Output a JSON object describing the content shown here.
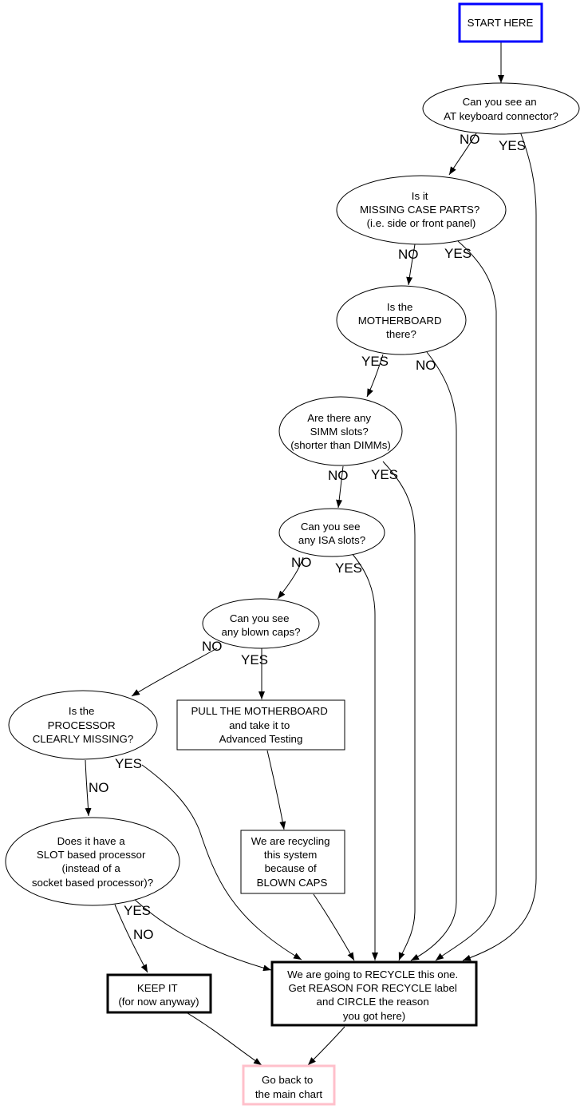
{
  "nodes": {
    "start": {
      "lines": [
        "START HERE"
      ],
      "color": "#0000ff"
    },
    "at_keyboard": {
      "lines": [
        "Can you see an",
        "AT keyboard connector?"
      ]
    },
    "missing_case": {
      "lines": [
        "Is it",
        "MISSING CASE PARTS?",
        "(i.e. side or front panel)"
      ]
    },
    "motherboard": {
      "lines": [
        "Is the",
        "MOTHERBOARD",
        "there?"
      ]
    },
    "simm": {
      "lines": [
        "Are there any",
        "SIMM slots?",
        "(shorter than DIMMs)"
      ]
    },
    "isa": {
      "lines": [
        "Can you see",
        "any ISA slots?"
      ]
    },
    "blown_caps": {
      "lines": [
        "Can you see",
        "any blown caps?"
      ]
    },
    "processor_missing": {
      "lines": [
        "Is the",
        "PROCESSOR",
        "CLEARLY MISSING?"
      ]
    },
    "pull_motherboard": {
      "lines": [
        "PULL THE MOTHERBOARD",
        "and take it to",
        "Advanced Testing"
      ]
    },
    "slot_processor": {
      "lines": [
        "Does it have a",
        "SLOT based processor",
        "(instead of a",
        "socket based processor)?"
      ]
    },
    "recycling_caps": {
      "lines": [
        "We are recycling",
        "this system",
        "because of",
        "BLOWN CAPS"
      ]
    },
    "keep_it": {
      "lines": [
        "KEEP IT",
        "(for now anyway)"
      ]
    },
    "recycle": {
      "lines": [
        "We are going to RECYCLE this one.",
        "Get REASON FOR RECYCLE label",
        "and CIRCLE the reason",
        "you got here)"
      ]
    },
    "go_back": {
      "lines": [
        "Go back to",
        "the main chart"
      ],
      "color": "#ffc0cb"
    }
  },
  "edge_labels": {
    "at_no": "NO",
    "at_yes": "YES",
    "case_no": "NO",
    "case_yes": "YES",
    "mb_yes": "YES",
    "mb_no": "NO",
    "simm_no": "NO",
    "simm_yes": "YES",
    "isa_no": "NO",
    "isa_yes": "YES",
    "caps_no": "NO",
    "caps_yes": "YES",
    "proc_yes": "YES",
    "proc_no": "NO",
    "slot_yes": "YES",
    "slot_no": "NO"
  }
}
